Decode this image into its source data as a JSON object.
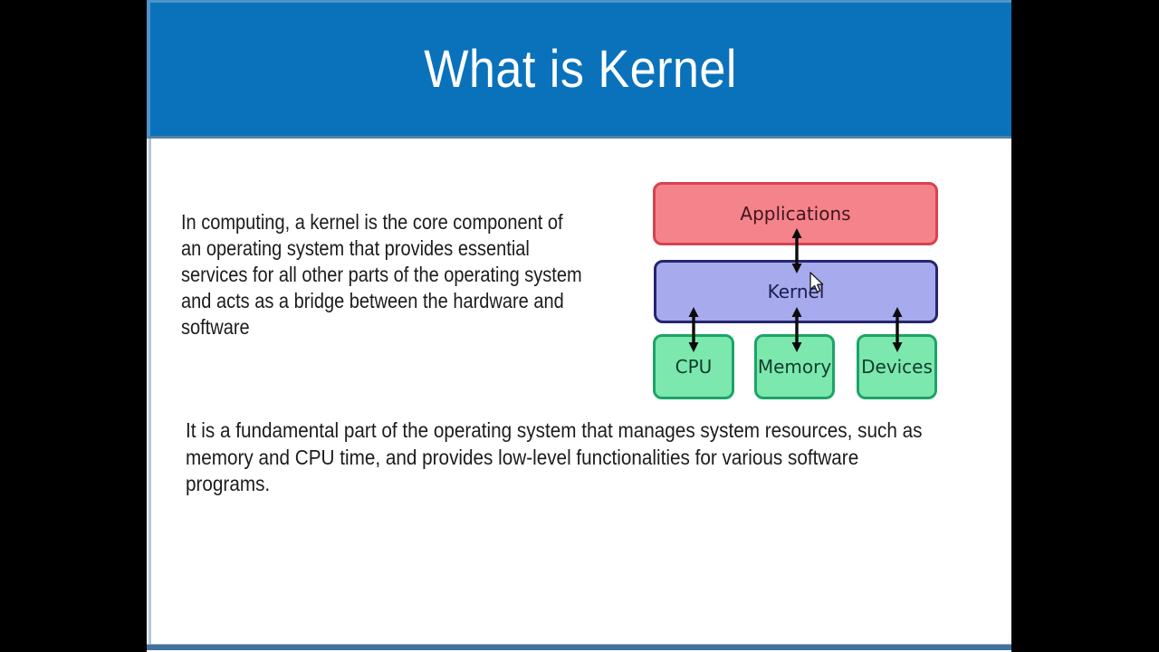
{
  "slide": {
    "title": "What is Kernel",
    "intro_lines": [
      "In computing, a kernel is the core component of",
      "an operating system that provides essential",
      "services for all other parts of the operating system",
      "and acts as a bridge between the hardware and",
      "software"
    ],
    "summary_lines": [
      "It is a fundamental part of the operating system that manages system resources, such as",
      "memory and CPU time, and provides low-level functionalities for various software",
      "programs."
    ]
  },
  "diagram": {
    "nodes": [
      {
        "id": "applications",
        "label": "Applications",
        "fill": "#F5838B",
        "border": "#D6434E"
      },
      {
        "id": "kernel",
        "label": "Kernel",
        "fill": "#A7AAEC",
        "border": "#24266E"
      },
      {
        "id": "cpu",
        "label": "CPU",
        "fill": "#7CE8AD",
        "border": "#1CA467"
      },
      {
        "id": "memory",
        "label": "Memory",
        "fill": "#7CE8AD",
        "border": "#1CA467"
      },
      {
        "id": "devices",
        "label": "Devices",
        "fill": "#7CE8AD",
        "border": "#1CA467"
      }
    ],
    "connections": [
      {
        "from": "Applications",
        "to": "Kernel",
        "style": "double-arrow"
      },
      {
        "from": "Kernel",
        "to": "CPU",
        "style": "double-arrow"
      },
      {
        "from": "Kernel",
        "to": "Memory",
        "style": "double-arrow"
      },
      {
        "from": "Kernel",
        "to": "Devices",
        "style": "double-arrow"
      }
    ]
  },
  "colors": {
    "banner_blue": "#0A72BB",
    "banner_highlight": "#4E94C8",
    "banner_bottom_edge": "#55809E",
    "slide_background": "#FFFFFF",
    "letterbox": "#000000",
    "bottom_strip": "#41719C",
    "title_text": "#FFFFFF",
    "body_text": "#1C1C1C",
    "arrow": "#0B0B0B"
  },
  "icons": {
    "double_arrow": "vertical double-headed arrow",
    "mouse_cursor": "arrow pointer"
  }
}
